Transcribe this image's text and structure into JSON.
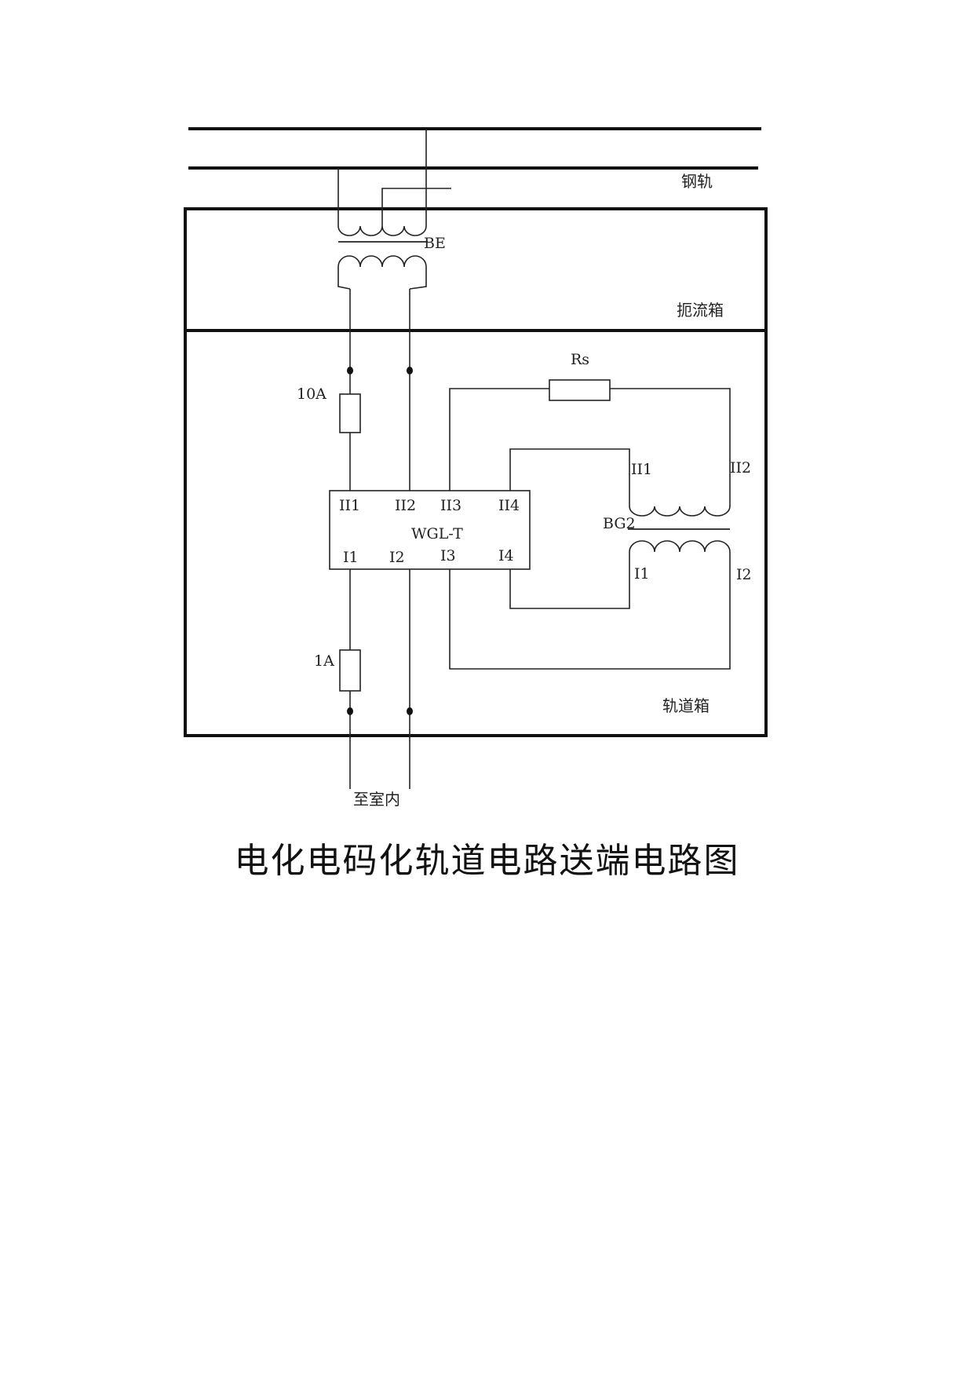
{
  "labels": {
    "rail": "钢轨",
    "choke_box": "扼流箱",
    "track_box": "轨道箱",
    "to_indoor": "至室内",
    "transformer_be": "BE",
    "resistor": "Rs",
    "fuse_upper": "10A",
    "fuse_lower": "1A",
    "device_name": "WGL-T",
    "device_top_terminals": [
      "II1",
      "II2",
      "II3",
      "II4"
    ],
    "device_bottom_terminals": [
      "I1",
      "I2",
      "I3",
      "I4"
    ],
    "transformer_bg2": "BG2",
    "bg2_secondary_left": "II1",
    "bg2_secondary_right": "II2",
    "bg2_primary_left": "I1",
    "bg2_primary_right": "I2"
  },
  "caption": "电化电码化轨道电路送端电路图"
}
